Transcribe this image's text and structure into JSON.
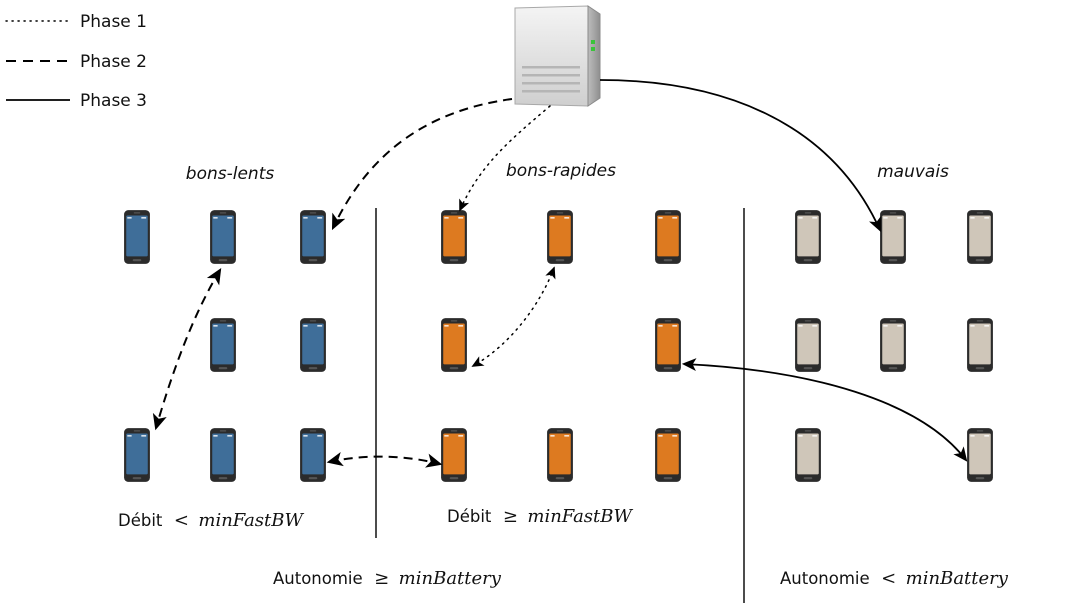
{
  "legend": [
    {
      "label": "Phase 1",
      "style": "dotted"
    },
    {
      "label": "Phase 2",
      "style": "dashed"
    },
    {
      "label": "Phase 3",
      "style": "solid"
    }
  ],
  "groups": {
    "slow": {
      "label": "bons-lents",
      "color": "#3f6e99",
      "condition": {
        "prefix": "Débit",
        "op": "<",
        "var": "minFastBW"
      }
    },
    "fast": {
      "label": "bons-rapides",
      "color": "#dd7a20",
      "condition": {
        "prefix": "Débit",
        "op": "≥",
        "var": "minFastBW"
      }
    },
    "bad": {
      "label": "mauvais",
      "color": "#cfc6b9"
    }
  },
  "battery": {
    "good": {
      "prefix": "Autonomie",
      "op": "≥",
      "var": "minBattery"
    },
    "bad": {
      "prefix": "Autonomie",
      "op": "<",
      "var": "minBattery"
    }
  },
  "icons": {
    "server": "server-icon",
    "phone": "smartphone-icon"
  }
}
